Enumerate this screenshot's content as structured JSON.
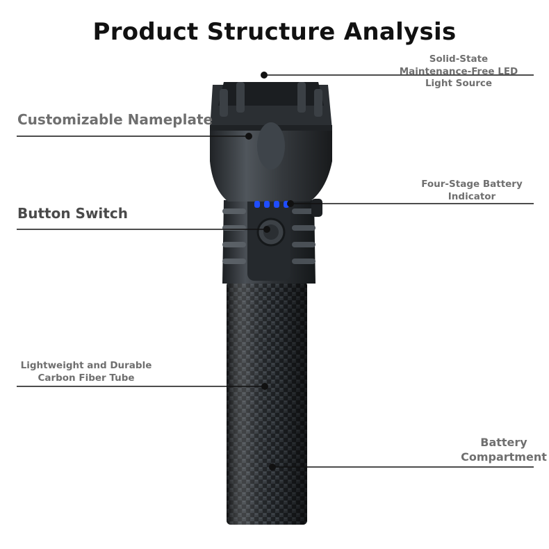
{
  "title": "Product Structure Analysis",
  "labels": {
    "led": [
      "Solid-State",
      "Maintenance-Free LED",
      "Light Source"
    ],
    "nameplate": "Customizable Nameplate",
    "indicator": [
      "Four-Stage Battery",
      "Indicator"
    ],
    "button": "Button Switch",
    "tube": [
      "Lightweight and Durable",
      "Carbon Fiber Tube"
    ],
    "battery": [
      "Battery",
      "Compartment"
    ]
  },
  "colors": {
    "text": "#6f6f6f",
    "title": "#111111",
    "body": "#2f3337",
    "indicator_led": "#1f4dff"
  },
  "indicator_led_count": 4
}
